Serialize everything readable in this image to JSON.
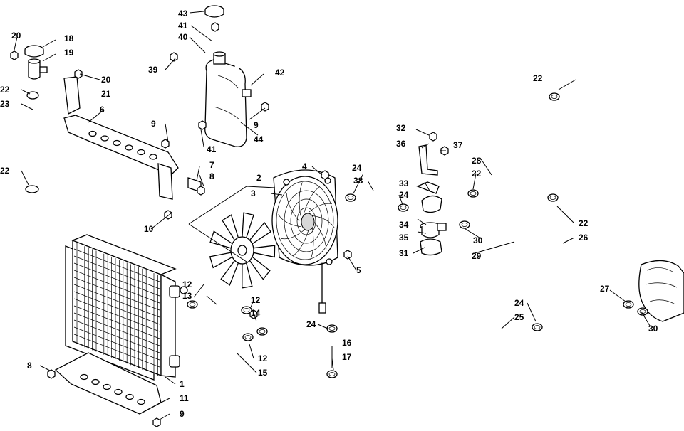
{
  "diagram": {
    "callouts": [
      {
        "id": "c43",
        "text": "43"
      },
      {
        "id": "c41a",
        "text": "41"
      },
      {
        "id": "c40",
        "text": "40"
      },
      {
        "id": "c39",
        "text": "39"
      },
      {
        "id": "c42",
        "text": "42"
      },
      {
        "id": "c9a",
        "text": "9"
      },
      {
        "id": "c44",
        "text": "44"
      },
      {
        "id": "c41b",
        "text": "41"
      },
      {
        "id": "c20a",
        "text": "20"
      },
      {
        "id": "c18",
        "text": "18"
      },
      {
        "id": "c19",
        "text": "19"
      },
      {
        "id": "c20b",
        "text": "20"
      },
      {
        "id": "c22a",
        "text": "22"
      },
      {
        "id": "c21",
        "text": "21"
      },
      {
        "id": "c23",
        "text": "23"
      },
      {
        "id": "c6",
        "text": "6"
      },
      {
        "id": "c9b",
        "text": "9"
      },
      {
        "id": "c7",
        "text": "7"
      },
      {
        "id": "c8a",
        "text": "8"
      },
      {
        "id": "c22b",
        "text": "22"
      },
      {
        "id": "c2",
        "text": "2"
      },
      {
        "id": "c4",
        "text": "4"
      },
      {
        "id": "c3",
        "text": "3"
      },
      {
        "id": "c10",
        "text": "10"
      },
      {
        "id": "c5",
        "text": "5"
      },
      {
        "id": "c24a",
        "text": "24"
      },
      {
        "id": "c38",
        "text": "38"
      },
      {
        "id": "c24b",
        "text": "24"
      },
      {
        "id": "c33",
        "text": "33"
      },
      {
        "id": "c34",
        "text": "34"
      },
      {
        "id": "c35",
        "text": "35"
      },
      {
        "id": "c31",
        "text": "31"
      },
      {
        "id": "c32",
        "text": "32"
      },
      {
        "id": "c36",
        "text": "36"
      },
      {
        "id": "c37",
        "text": "37"
      },
      {
        "id": "c28",
        "text": "28"
      },
      {
        "id": "c22c",
        "text": "22"
      },
      {
        "id": "c22d",
        "text": "22"
      },
      {
        "id": "c22e",
        "text": "22"
      },
      {
        "id": "c30a",
        "text": "30"
      },
      {
        "id": "c29",
        "text": "29"
      },
      {
        "id": "c26",
        "text": "26"
      },
      {
        "id": "c27",
        "text": "27"
      },
      {
        "id": "c30b",
        "text": "30"
      },
      {
        "id": "c12a",
        "text": "12"
      },
      {
        "id": "c13",
        "text": "13"
      },
      {
        "id": "c12b",
        "text": "12"
      },
      {
        "id": "c14",
        "text": "14"
      },
      {
        "id": "c12c",
        "text": "12"
      },
      {
        "id": "c15",
        "text": "15"
      },
      {
        "id": "c16",
        "text": "16"
      },
      {
        "id": "c17",
        "text": "17"
      },
      {
        "id": "c24c",
        "text": "24"
      },
      {
        "id": "c24d",
        "text": "24"
      },
      {
        "id": "c25",
        "text": "25"
      },
      {
        "id": "c8b",
        "text": "8"
      },
      {
        "id": "c1",
        "text": "1"
      },
      {
        "id": "c11",
        "text": "11"
      },
      {
        "id": "c9c",
        "text": "9"
      }
    ]
  }
}
